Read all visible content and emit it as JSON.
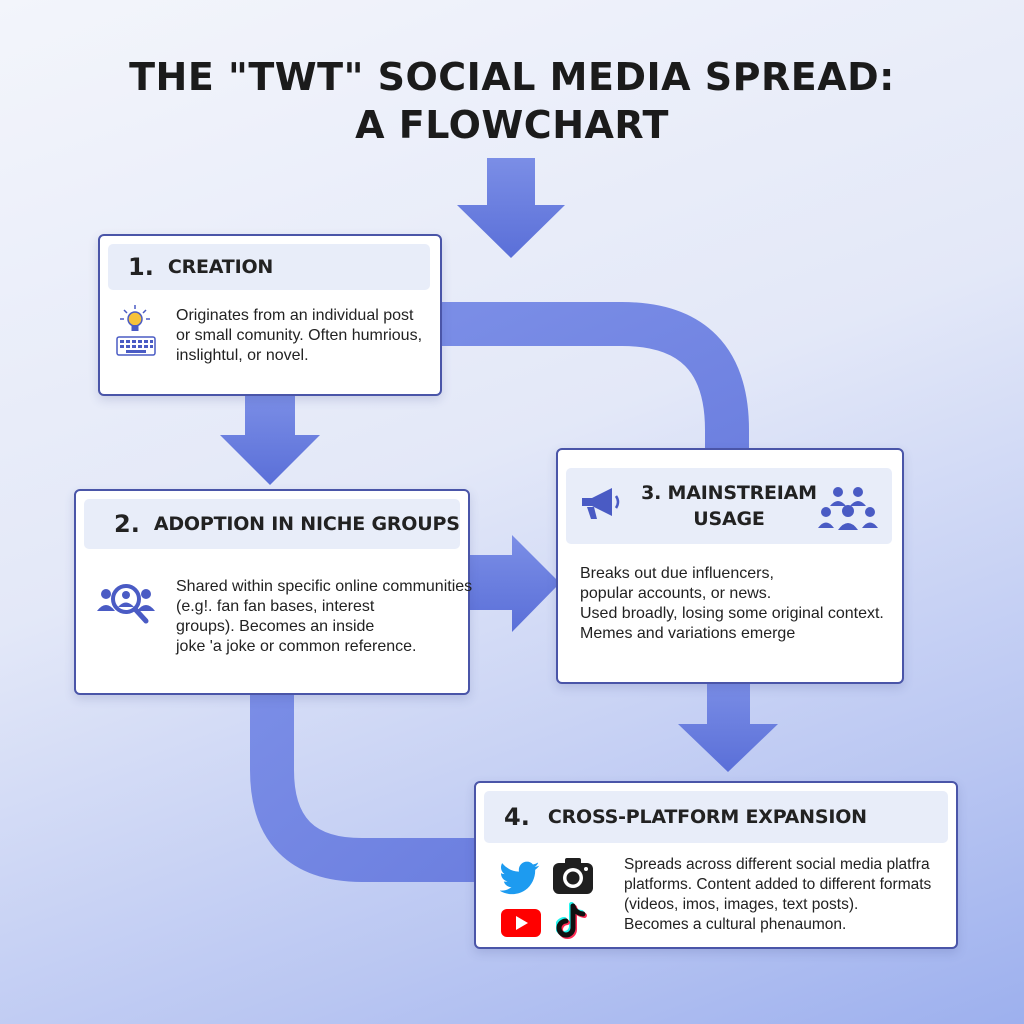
{
  "title": {
    "line1": "THE \"TWT\" SOCIAL MEDIA SPREAD:",
    "line2": "A FLOWCHART"
  },
  "steps": [
    {
      "number": "1.",
      "title": "CREATION",
      "lines": [
        "Originates from an individual post",
        "or small comunity. Often humrious,",
        "inslightul, or novel."
      ],
      "icons": [
        "lightbulb-icon",
        "keyboard-icon"
      ]
    },
    {
      "number": "2.",
      "title": "ADOPTION IN NICHE GROUPS",
      "lines": [
        "Shared within specific online communities",
        "(e.g!. fan fan bases, interest",
        "groups). Becomes an inside",
        "joke 'a joke or common reference."
      ],
      "icons": [
        "community-search-icon"
      ]
    },
    {
      "number": "3. MAINSTREIAM",
      "title": "USAGE",
      "lines": [
        "Breaks out due influencers,",
        "popular accounts, or news.",
        "Used broadly, losing some original context.",
        "Memes and variations emerge"
      ],
      "icons": [
        "megaphone-icon",
        "crowd-icon"
      ]
    },
    {
      "number": "4.",
      "title": "CROSS-PLATFORM EXPANSION",
      "lines": [
        "Spreads across different social media platfra",
        "platforms. Content added to different formats",
        "(videos, imos, images, text posts).",
        "Becomes a cultural phenaumon."
      ],
      "icons": [
        "twitter-icon",
        "camera-icon",
        "youtube-icon",
        "tiktok-icon"
      ]
    }
  ],
  "colors": {
    "arrow": "#5e73dc",
    "border": "#4a55a8",
    "header_bg": "#e8edf9",
    "icon": "#4a5bc4"
  }
}
